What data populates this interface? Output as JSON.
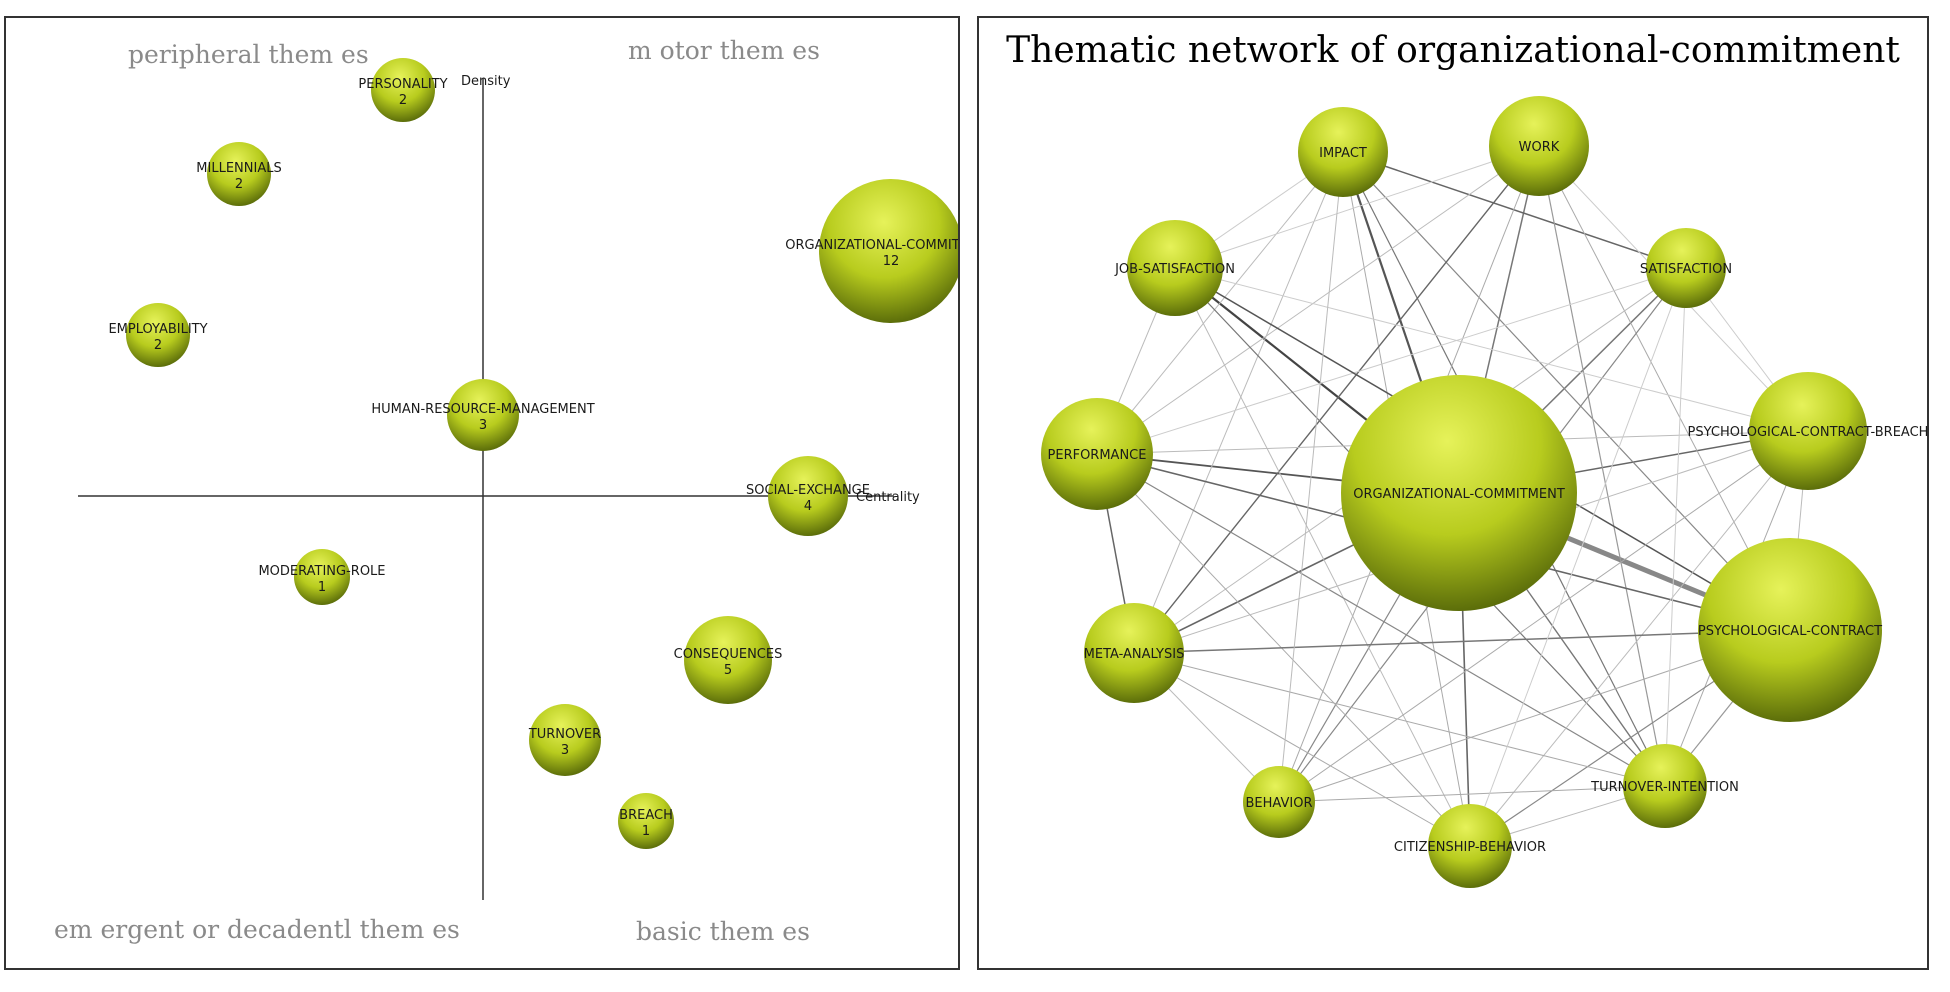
{
  "strategic_diagram": {
    "quadrant_labels": {
      "top_left": "peripheral them es",
      "top_right": "m otor them es",
      "bottom_left": "em ergent or decadentl them es",
      "bottom_right": "basic them es"
    },
    "axis_labels": {
      "y_axis": "Density",
      "x_axis": "Centrality"
    },
    "themes": [
      {
        "name": "PERSONALITY",
        "count": "2"
      },
      {
        "name": "MILLENNIALS",
        "count": "2"
      },
      {
        "name": "EMPLOYABILITY",
        "count": "2"
      },
      {
        "name": "ORGANIZATIONAL-COMMITMENT",
        "count": "12"
      },
      {
        "name": "HUMAN-RESOURCE-MANAGEMENT",
        "count": "3"
      },
      {
        "name": "SOCIAL-EXCHANGE",
        "count": "4"
      },
      {
        "name": "MODERATING-ROLE",
        "count": "1"
      },
      {
        "name": "CONSEQUENCES",
        "count": "5"
      },
      {
        "name": "TURNOVER",
        "count": "3"
      },
      {
        "name": "BREACH",
        "count": "1"
      }
    ]
  },
  "thematic_network": {
    "title": "Thematic network of organizational-commitment",
    "nodes": [
      "ORGANIZATIONAL-COMMITMENT",
      "IMPACT",
      "WORK",
      "SATISFACTION",
      "JOB-SATISFACTION",
      "PERFORMANCE",
      "PSYCHOLOGICAL-CONTRACT-BREACH",
      "PSYCHOLOGICAL-CONTRACT",
      "META-ANALYSIS",
      "BEHAVIOR",
      "CITIZENSHIP-BEHAVIOR",
      "TURNOVER-INTENTION"
    ]
  },
  "colors": {
    "bubble_light": "#e6f25a",
    "bubble_mid": "#b8cc1e",
    "bubble_dark": "#5c6e0a",
    "axis": "#333333",
    "quadrant_label": "#8a8a8a"
  }
}
